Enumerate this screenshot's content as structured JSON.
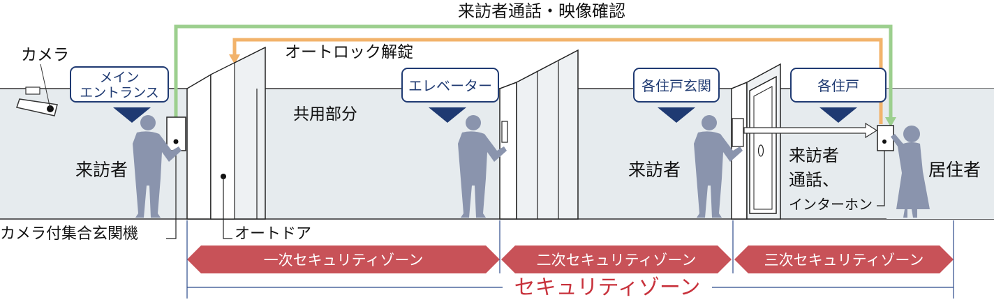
{
  "title": "来訪者通話・映像確認",
  "labels": {
    "camera": "カメラ",
    "main_entrance": [
      "メイン",
      "エントランス"
    ],
    "autolock": "オートロック解錠",
    "elevator": "エレベーター",
    "common_area": "共用部分",
    "unit_entrance": "各住戸玄関",
    "unit": "各住戸",
    "visitor_left": "来訪者",
    "visitor_right": "来訪者",
    "resident": "居住者",
    "intercom_panel": "カメラ付集合玄関機",
    "auto_door": "オートドア",
    "visitor_call": [
      "来訪者",
      "通話、",
      "インターホン"
    ]
  },
  "zones": {
    "primary": "一次セキュリティゾーン",
    "secondary": "二次セキュリティゾーン",
    "tertiary": "三次セキュリティゾーン",
    "overall": "セキュリティゾーン"
  },
  "colors": {
    "green_line": "#9ccf8e",
    "orange_line": "#f2b36b",
    "zone_red": "#c85258",
    "zone_text_red": "#c8323c",
    "navy": "#1f3a72",
    "wall": "#e6ebee",
    "person": "#8a94ad"
  }
}
